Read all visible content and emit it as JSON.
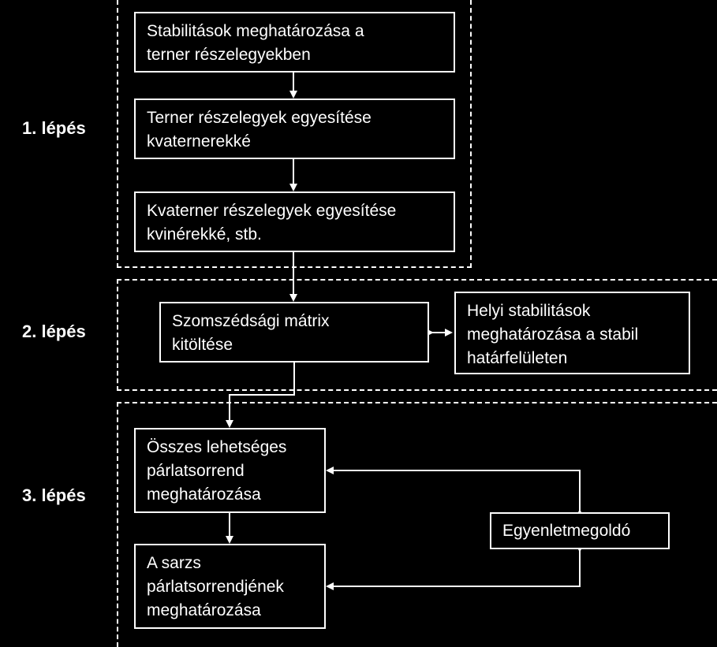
{
  "steps": {
    "step1": "1. lépés",
    "step2": "2. lépés",
    "step3": "3. lépés"
  },
  "boxes": {
    "ternary_stability": "Stabilitások meghatározása a\nterner részelegyekben",
    "merge_ternary": "Terner  részelegyek egyesítése\nkvaternerekké",
    "merge_quaternary": "Kvaterner  részelegyek egyesítése\nkvinérekké, stb.",
    "adjacency_matrix": "Szomszédsági mátrix\nkitöltése",
    "local_stability": "Helyi stabilitások\nmeghatározása a stabil\nhatárfelületen",
    "all_sequences": "Összes lehetséges\npárlatsorrend\nmeghatározása",
    "batch_sequence": "A sarzs\npárlatsorrendjének\nmeghatározása",
    "equation_solver": "Egyenletmegoldó"
  },
  "colors": {
    "background": "#000000",
    "foreground": "#ffffff"
  }
}
